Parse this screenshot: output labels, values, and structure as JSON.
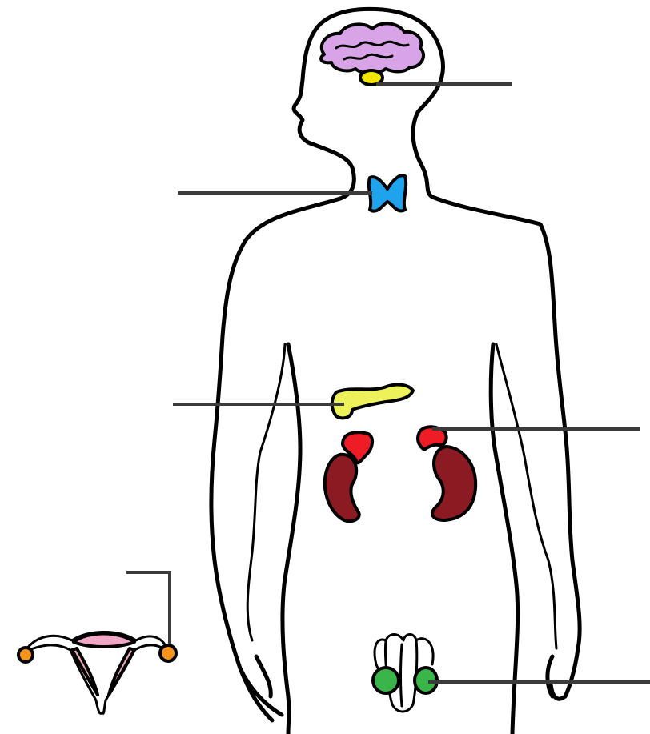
{
  "diagram": {
    "organs": [
      {
        "id": "brain",
        "name": "brain-icon",
        "color": "#d9a3e8"
      },
      {
        "id": "pituitary",
        "name": "pituitary-gland-icon",
        "color": "#f2e600"
      },
      {
        "id": "thyroid",
        "name": "thyroid-gland-icon",
        "color": "#1fa3ec"
      },
      {
        "id": "pancreas",
        "name": "pancreas-icon",
        "color": "#eef25a"
      },
      {
        "id": "adrenal",
        "name": "adrenal-gland-icon",
        "color": "#ee1c24"
      },
      {
        "id": "kidney",
        "name": "kidney-icon",
        "color": "#8b1a22"
      },
      {
        "id": "ovary",
        "name": "ovary-icon",
        "color": "#f7941d"
      },
      {
        "id": "uterus",
        "name": "uterus-icon",
        "color": "#f0a7c4"
      },
      {
        "id": "testis",
        "name": "testis-icon",
        "color": "#39b54a"
      }
    ],
    "label_lines": [
      "pituitary-label-line",
      "thyroid-label-line",
      "pancreas-label-line",
      "adrenal-label-line",
      "ovary-label-line",
      "testis-label-line"
    ]
  }
}
